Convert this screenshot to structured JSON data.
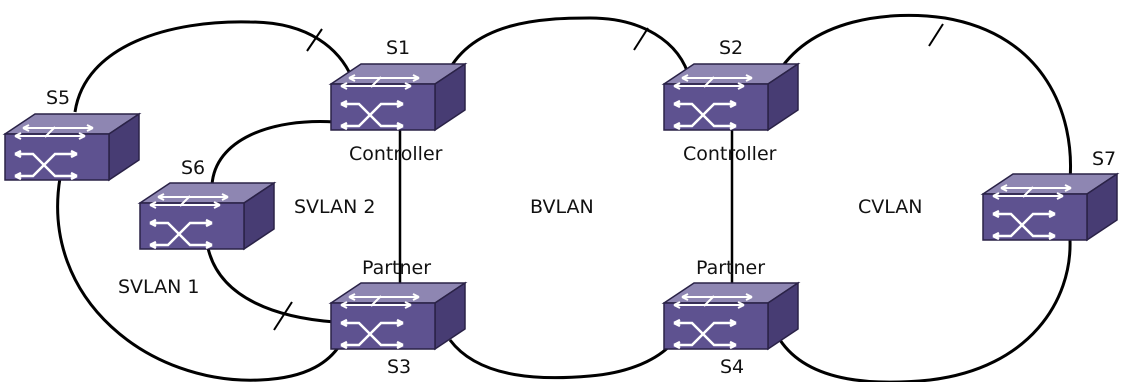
{
  "colors": {
    "switch_top": "#8E86B2",
    "switch_front": "#5E5290",
    "switch_side": "#473C73",
    "outline": "#2A2247",
    "arrow": "#FFFFFF",
    "line": "#000000"
  },
  "icons": {
    "switch": "network-switch-icon",
    "block": "blocked-port-tick"
  },
  "switches": {
    "s1": {
      "name": "S1",
      "role": "Controller"
    },
    "s2": {
      "name": "S2",
      "role": "Controller"
    },
    "s3": {
      "name": "S3",
      "role": "Partner"
    },
    "s4": {
      "name": "S4",
      "role": "Partner"
    },
    "s5": {
      "name": "S5"
    },
    "s6": {
      "name": "S6"
    },
    "s7": {
      "name": "S7"
    }
  },
  "networks": {
    "svlan1": "SVLAN 1",
    "svlan2": "SVLAN 2",
    "bvlan": "BVLAN",
    "cvlan": "CVLAN"
  }
}
